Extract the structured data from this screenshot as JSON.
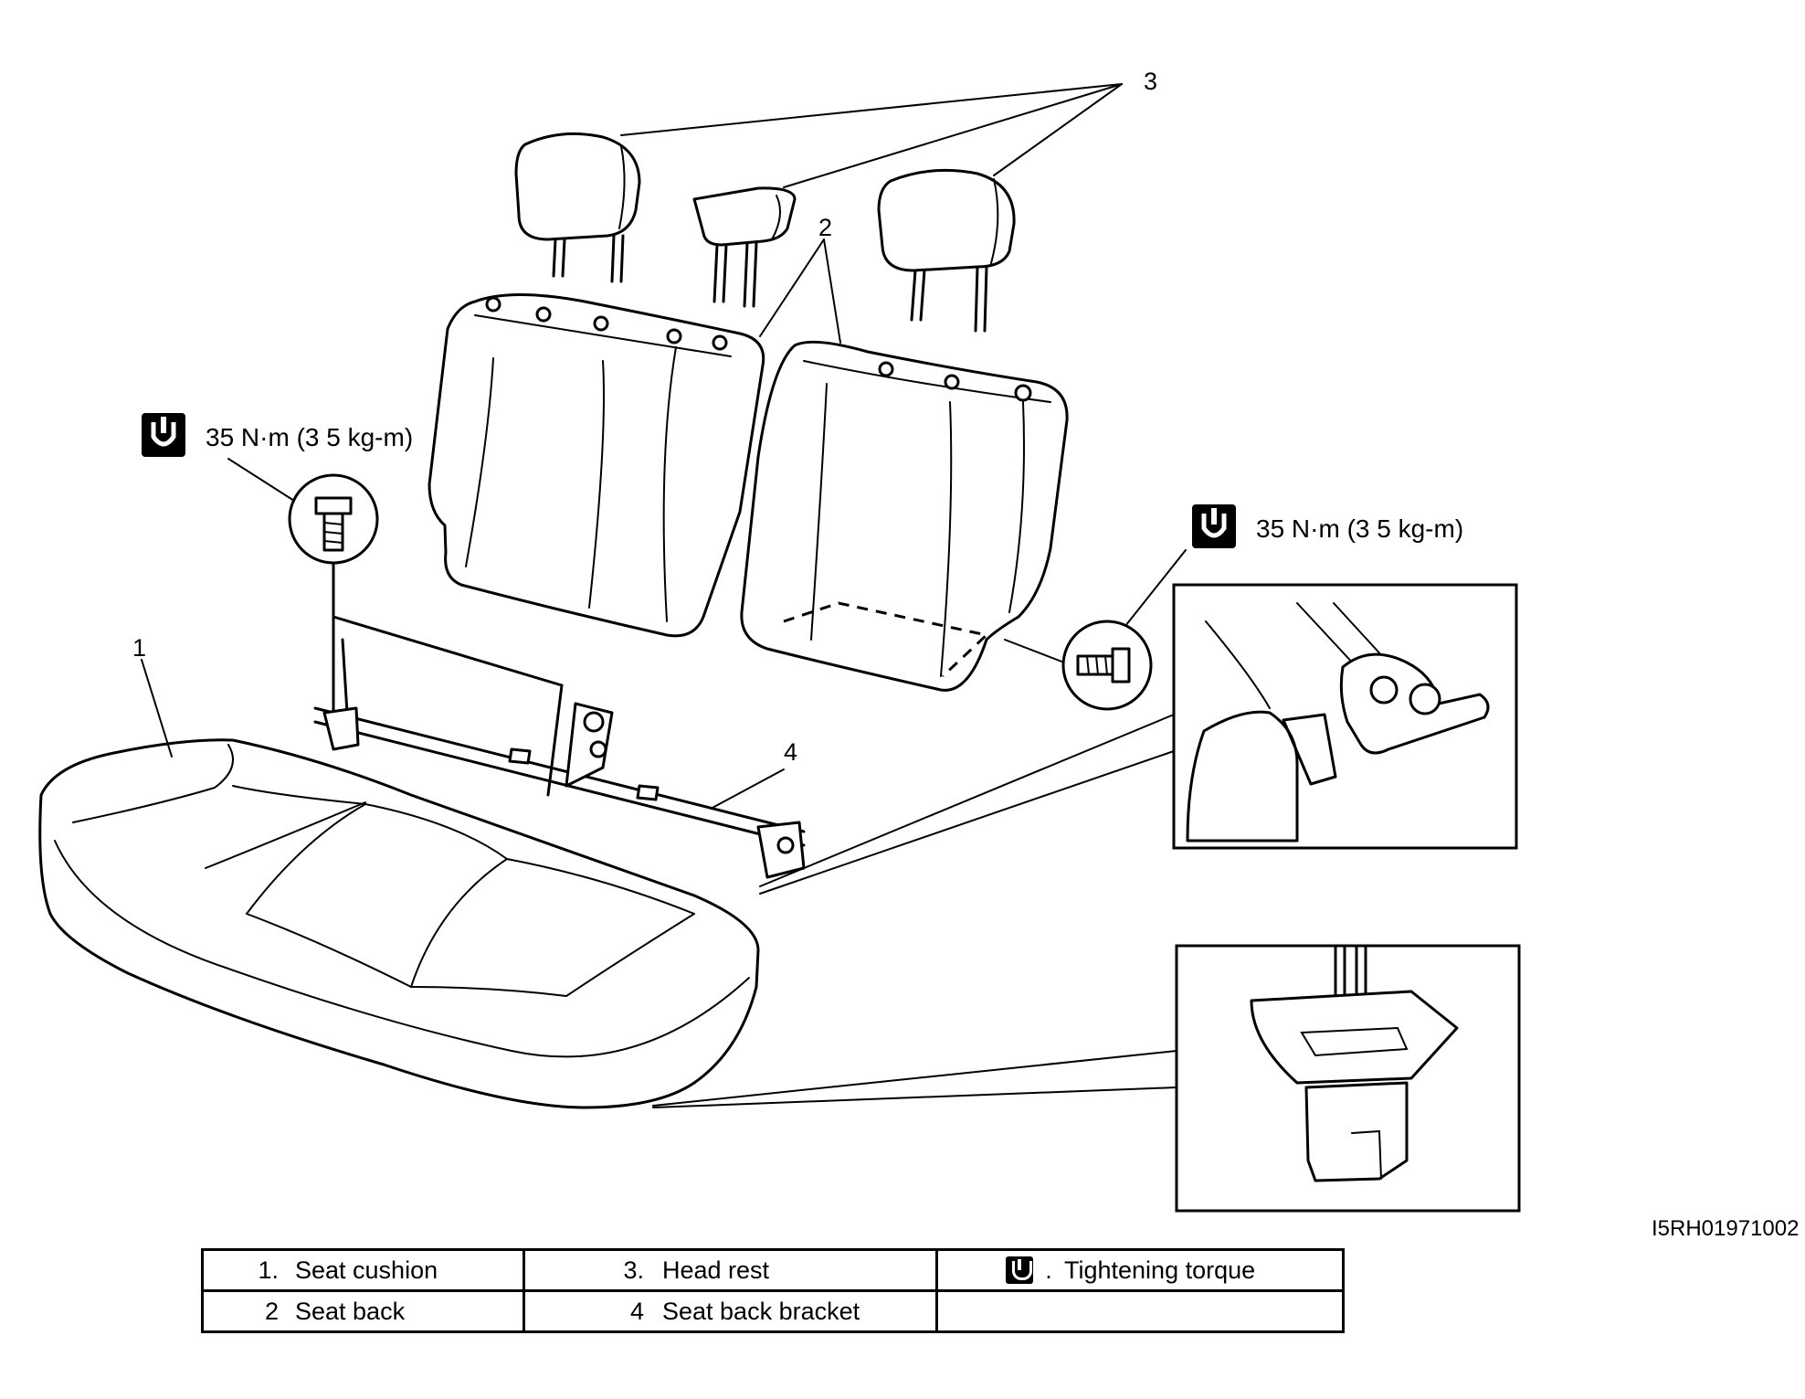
{
  "callouts": {
    "c1": "1",
    "c2": "2",
    "c3": "3",
    "c4": "4"
  },
  "torque": {
    "left": "35 N·m (3 5 kg-m)",
    "right": "35 N·m (3 5 kg-m)"
  },
  "icons": {
    "torque_icon": "torque-wrench-icon",
    "bolt": "bolt-icon"
  },
  "figure_code": "I5RH01971002",
  "legend": {
    "rows": [
      [
        {
          "num": "1.",
          "text": "Seat cushion"
        },
        {
          "num": "3.",
          "text": "Head rest"
        },
        {
          "num": ".",
          "text": "Tightening torque"
        }
      ],
      [
        {
          "num": "2",
          "text": "Seat back"
        },
        {
          "num": "4",
          "text": "Seat back bracket"
        },
        {
          "num": "",
          "text": ""
        }
      ]
    ]
  }
}
